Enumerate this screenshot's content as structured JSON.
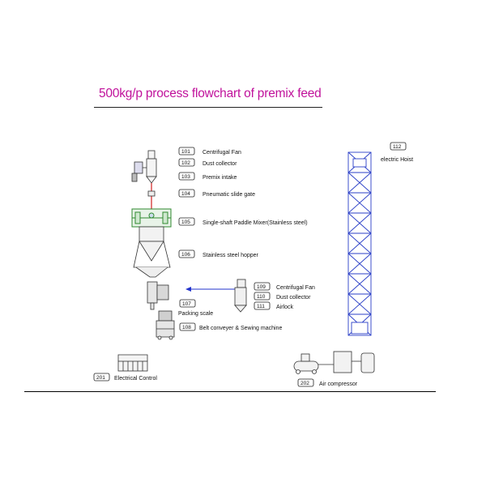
{
  "title": "500kg/p process flowchart of premix feed",
  "labels": [
    {
      "code": "101",
      "text": "Centrifugal Fan"
    },
    {
      "code": "102",
      "text": "Dust collector"
    },
    {
      "code": "103",
      "text": "Premix intake"
    },
    {
      "code": "104",
      "text": "Pneumatic slide gate"
    },
    {
      "code": "105",
      "text": "Single-shaft Paddle Mixer(Stainless steel)"
    },
    {
      "code": "106",
      "text": "Stainless steel hopper"
    },
    {
      "code": "107",
      "text": "Packing scale"
    },
    {
      "code": "108",
      "text": "Belt conveyer & Sewing machine"
    },
    {
      "code": "109",
      "text": "Centrifugal Fan"
    },
    {
      "code": "110",
      "text": "Dust collector"
    },
    {
      "code": "111",
      "text": "Airlock"
    },
    {
      "code": "112",
      "text": "electric Hoist"
    },
    {
      "code": "201",
      "text": "Electrical Control"
    },
    {
      "code": "202",
      "text": "Air compressor"
    }
  ],
  "colors": {
    "title": "#c0119b",
    "hoist": "#2b3fc7",
    "pipe": "#d02020",
    "mixer": "#2f8a2f",
    "duct": "#2233cc"
  }
}
